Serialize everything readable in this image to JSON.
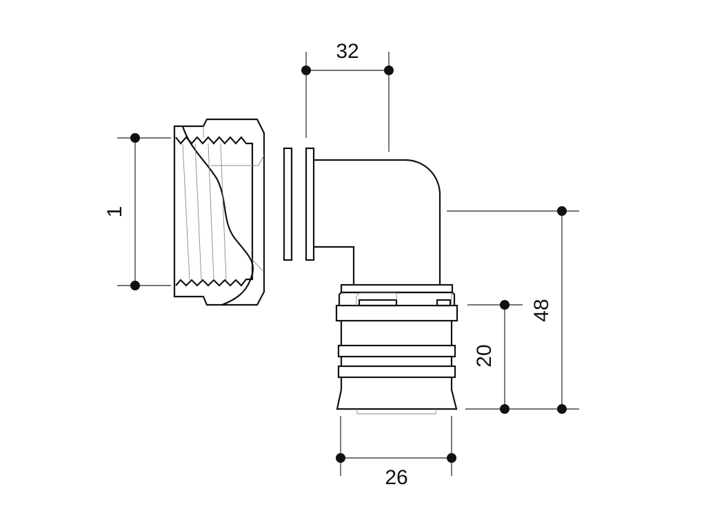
{
  "dimensions": {
    "thread_size": "1",
    "elbow_offset": "32",
    "overall_height": "48",
    "pipe_diameter": "20",
    "body_width": "26"
  },
  "colors": {
    "line": "#111111",
    "hidden": "#888888",
    "background": "#ffffff"
  }
}
